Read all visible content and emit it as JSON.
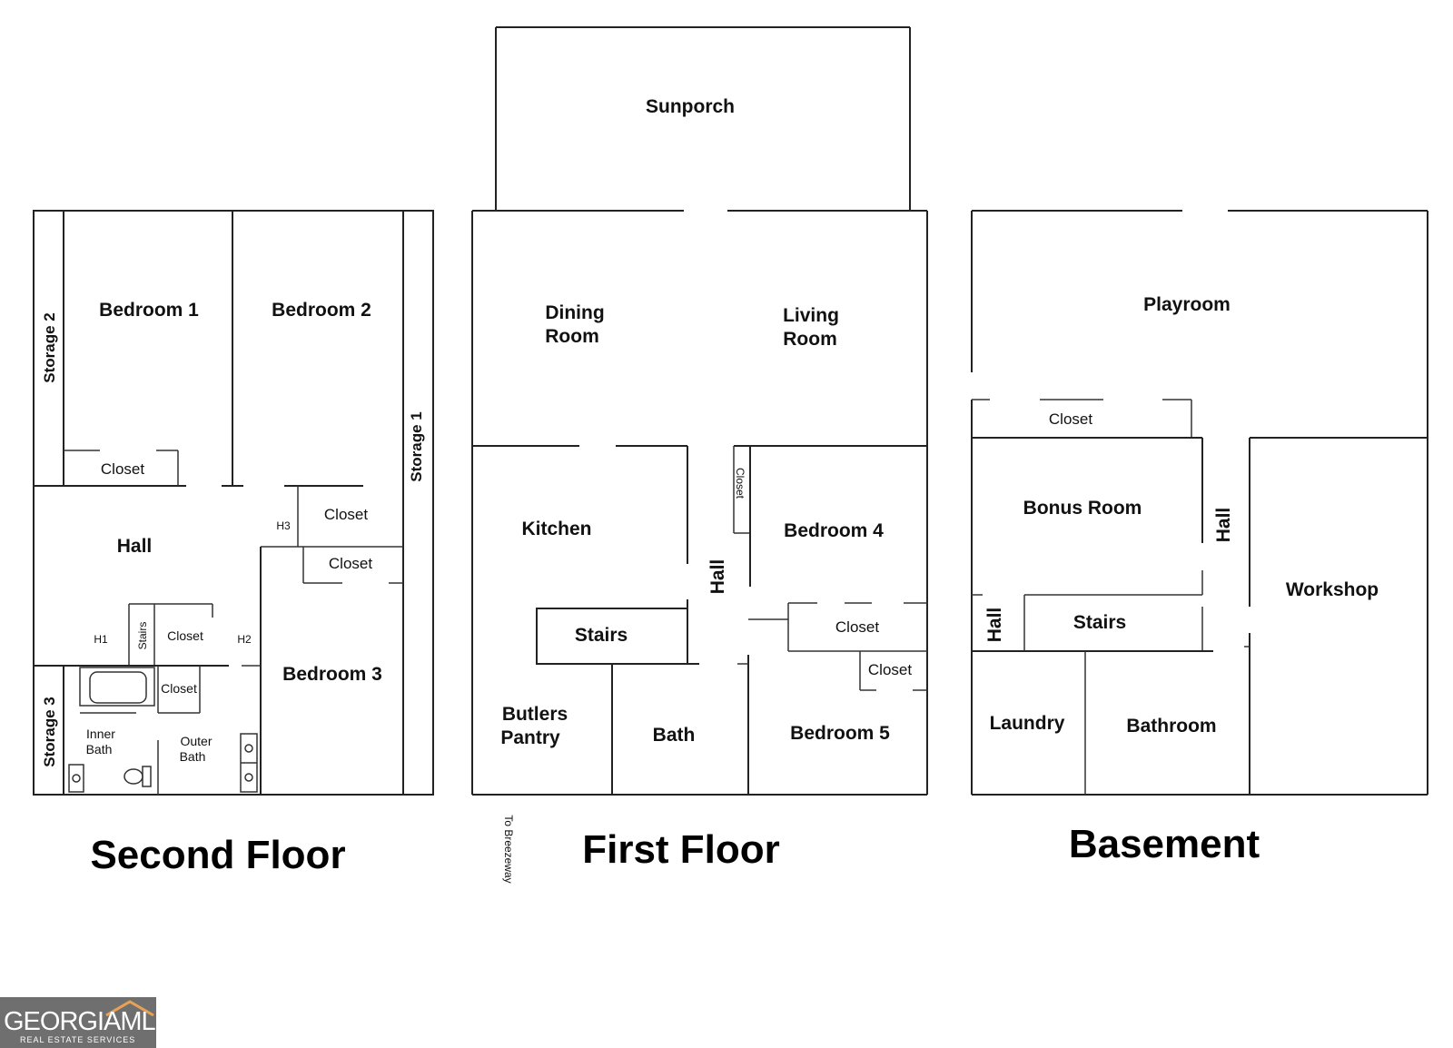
{
  "floors": {
    "second": {
      "title": "Second Floor",
      "rooms": {
        "bedroom1": "Bedroom 1",
        "bedroom2": "Bedroom 2",
        "storage2": "Storage 2",
        "storage1": "Storage 1",
        "closet_b1": "Closet",
        "hall": "Hall",
        "h3": "H3",
        "closet_h3": "Closet",
        "closet_b3_top": "Closet",
        "h1": "H1",
        "stairs": "Stairs",
        "closet_stairs": "Closet",
        "h2": "H2",
        "bedroom3": "Bedroom 3",
        "storage3": "Storage 3",
        "closet_bath": "Closet",
        "inner_bath_1": "Inner",
        "inner_bath_2": "Bath",
        "outer_bath_1": "Outer",
        "outer_bath_2": "Bath"
      }
    },
    "first": {
      "title": "First Floor",
      "rooms": {
        "sunporch": "Sunporch",
        "dining_1": "Dining",
        "dining_2": "Room",
        "living_1": "Living",
        "living_2": "Room",
        "kitchen": "Kitchen",
        "closet_vertical": "Closet",
        "bedroom4": "Bedroom 4",
        "hall": "Hall",
        "stairs": "Stairs",
        "closet_1": "Closet",
        "closet_2": "Closet",
        "butlers_1": "Butlers",
        "butlers_2": "Pantry",
        "bath": "Bath",
        "bedroom5": "Bedroom 5",
        "to_breezeway": "To Breezeway"
      }
    },
    "basement": {
      "title": "Basement",
      "rooms": {
        "playroom": "Playroom",
        "closet": "Closet",
        "bonus_room": "Bonus Room",
        "hall_right": "Hall",
        "workshop": "Workshop",
        "hall_left": "Hall",
        "stairs": "Stairs",
        "laundry": "Laundry",
        "bathroom": "Bathroom"
      }
    }
  },
  "logo": {
    "text_main": "GEORGIAMLS",
    "text_sub": "REAL ESTATE SERVICES"
  }
}
